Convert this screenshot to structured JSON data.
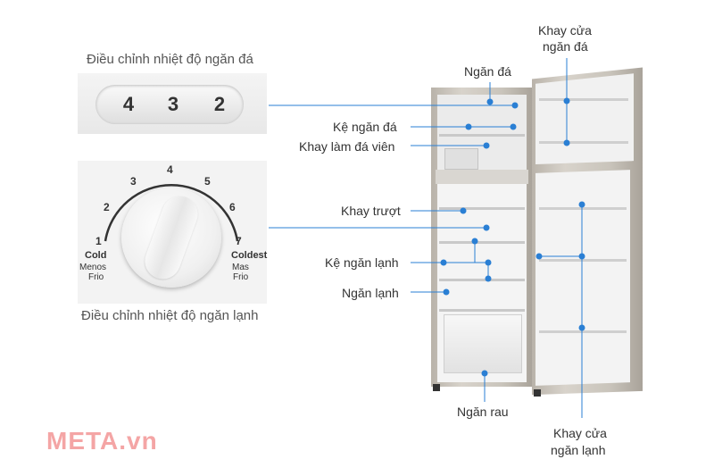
{
  "captions": {
    "freezer_control": "Điều chỉnh nhiệt độ ngăn đá",
    "fridge_control": "Điều chỉnh nhiệt độ ngăn lạnh"
  },
  "freezer_dial": {
    "digits": [
      "4",
      "3",
      "2"
    ]
  },
  "fridge_dial": {
    "scale": [
      "1",
      "2",
      "3",
      "4",
      "5",
      "6",
      "7"
    ],
    "cold": "Cold",
    "cold_sub1": "Menos",
    "cold_sub2": "Frio",
    "coldest": "Coldest",
    "coldest_sub1": "Mas",
    "coldest_sub2": "Frio"
  },
  "labels": {
    "ngan_da": "Ngăn đá",
    "khay_cua_ngan_da_1": "Khay cửa",
    "khay_cua_ngan_da_2": "ngăn đá",
    "ke_ngan_da": "Kệ ngăn đá",
    "khay_lam_da_vien": "Khay làm đá viên",
    "khay_truot": "Khay trượt",
    "ke_ngan_lanh": "Kệ ngăn lạnh",
    "ngan_lanh": "Ngăn lạnh",
    "ngan_rau": "Ngăn rau",
    "khay_cua_ngan_lanh_1": "Khay cửa",
    "khay_cua_ngan_lanh_2": "ngăn lạnh"
  },
  "logo": "META.vn",
  "colors": {
    "leader": "#2a7fd4",
    "dot": "#2a7fd4",
    "logo": "#f4a5a5"
  }
}
